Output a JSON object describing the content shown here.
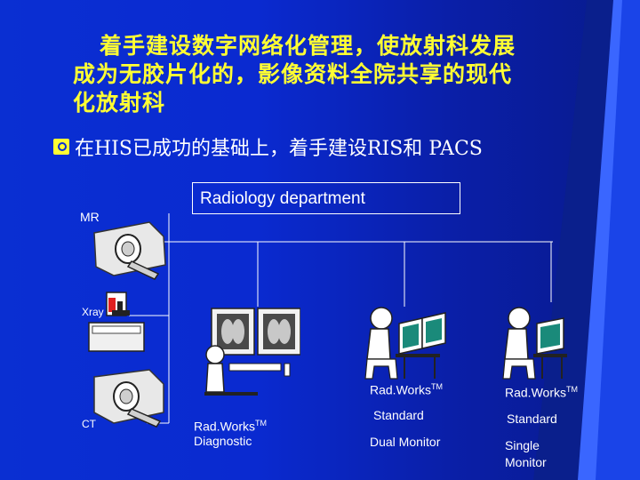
{
  "title": {
    "line1": "着手建设数字网络化管理，使放射科发展",
    "line2": "成为无胶片化的，影像资料全院共享的现代",
    "line3": "化放射科"
  },
  "bullet": {
    "text": "在HIS已成功的基础上，着手建设RIS和 PACS",
    "icon": "checkbox-bullet-icon"
  },
  "department_label": "Radiology department",
  "devices": {
    "mr": "MR",
    "xray": "Xray",
    "ct": "CT"
  },
  "workstations": [
    {
      "name": "Rad.Works",
      "tm": "TM",
      "type": "Diagnostic"
    },
    {
      "name": "Rad.Works",
      "tm": "TM",
      "type": "Standard",
      "monitor": "Dual Monitor"
    },
    {
      "name": "Rad.Works",
      "tm": "TM",
      "type": "Standard",
      "monitor": "Single Monitor"
    }
  ],
  "colors": {
    "background": "#0a2fd2",
    "title": "#ffff33",
    "text": "#ffffff",
    "accent_band": "#3a66ff"
  }
}
